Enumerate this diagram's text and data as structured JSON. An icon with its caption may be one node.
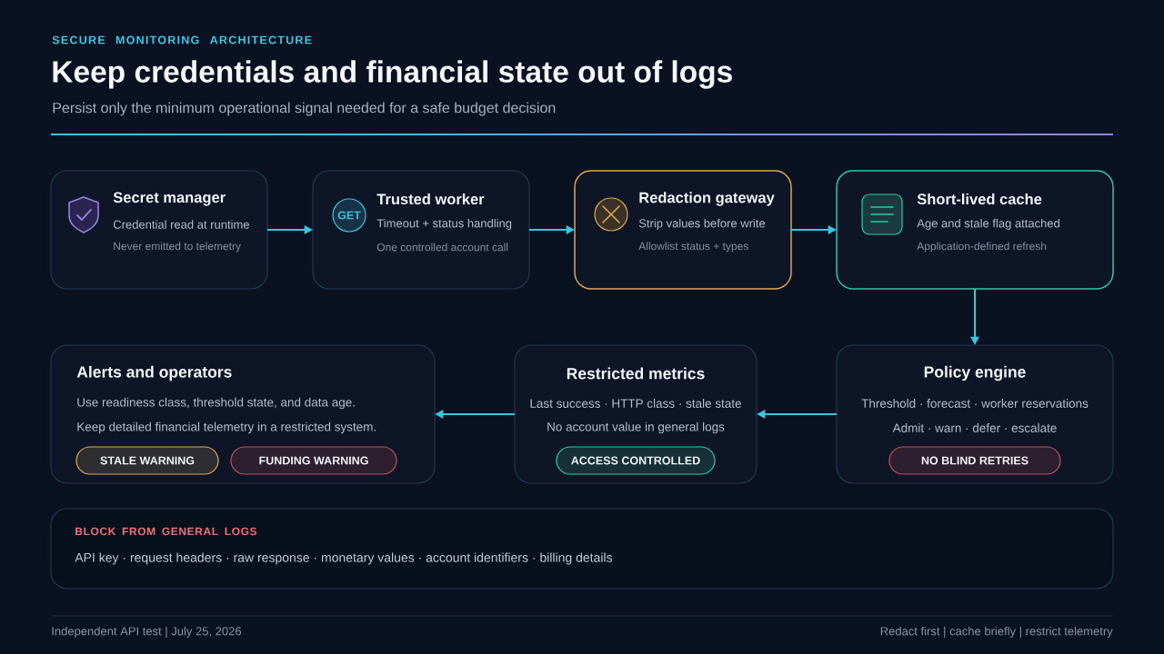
{
  "diagram": {
    "title": "Keep credentials and financial state out of logs",
    "nodes": [
      {
        "text": [
          "Secret manager",
          "Credential read at runtime",
          "Never emitted to telemetry"
        ]
      },
      {
        "text": [
          "Trusted worker",
          "Timeout + status handling",
          "One controlled account call"
        ]
      },
      {
        "text": [
          "Redaction gateway",
          "Strip values before write",
          "Allowlist status + types"
        ]
      },
      {
        "text": [
          "Short-lived cache",
          "Age and stale flag attached",
          "Application-defined refresh"
        ]
      },
      {
        "text": [
          "Alerts and operators",
          "Use readiness class, threshold state, and data age.",
          "Keep detailed financial telemetry in a restricted system."
        ]
      },
      {
        "text": [
          "STALE WARNING"
        ],
        "in": 4
      },
      {
        "text": [
          "FUNDING WARNING"
        ],
        "in": 4
      },
      {
        "text": [
          "Restricted metrics",
          "Last success · HTTP class · stale state",
          "No account value in general logs"
        ]
      },
      {
        "text": [
          "ACCESS CONTROLLED"
        ],
        "in": 7
      },
      {
        "text": [
          "Policy engine",
          "Threshold · forecast · worker reservations",
          "Admit · warn · defer · escalate"
        ]
      },
      {
        "text": [
          "NO BLIND RETRIES"
        ],
        "in": 9
      },
      {
        "text": [
          "BLOCK FROM GENERAL LOGS",
          "API key · request headers · raw response · monetary values · account identifiers · billing details"
        ]
      }
    ],
    "edges": [
      {
        "from": 0,
        "to": 1,
        "arrow": "to"
      },
      {
        "from": 1,
        "to": 2,
        "arrow": "to"
      },
      {
        "from": 2,
        "to": 3,
        "arrow": "to"
      },
      {
        "from": 3,
        "to": 9,
        "arrow": "to"
      },
      {
        "from": 9,
        "to": 7,
        "arrow": "to"
      },
      {
        "from": 7,
        "to": 4,
        "arrow": "to"
      }
    ],
    "labels": [
      "SECURE MONITORING ARCHITECTURE",
      "Persist only the minimum operational signal needed for a safe budget decision",
      "GET",
      "Independent API test | July 25, 2026",
      "Redact first | cache briefly | restrict telemetry"
    ]
  }
}
